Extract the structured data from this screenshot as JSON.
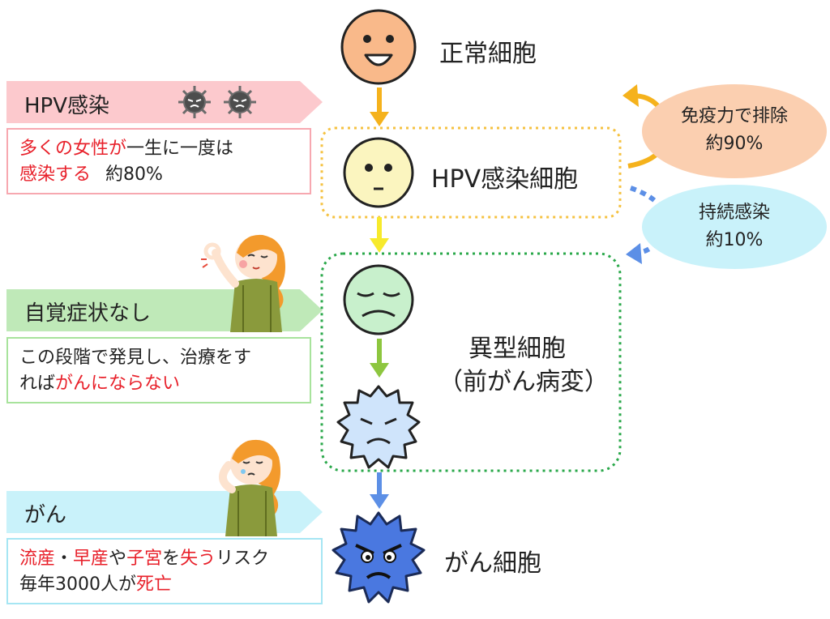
{
  "colors": {
    "pink": "#fcc9cd",
    "green_banner": "#bfe9b8",
    "cyan_banner": "#c9f2fa",
    "orange_bubble": "#fbcfb0",
    "cyan_bubble": "#c9f2fa",
    "normal_face": "#f9b98a",
    "hpv_face": "#fbf5bf",
    "abnormal_face": "#c8f0cc",
    "spiky_face": "#cfe4fb",
    "cancer_face": "#4a78e0",
    "red_text": "#e8202a"
  },
  "stages": {
    "normal": "正常細胞",
    "hpv": "HPV感染細胞",
    "abnormal_1": "異型細胞",
    "abnormal_2": "（前がん病変）",
    "cancer": "がん細胞"
  },
  "bubbles": {
    "immune_1": "免疫力で排除",
    "immune_2": "約90%",
    "persist_1": "持続感染",
    "persist_2": "約10%"
  },
  "side": {
    "hpv_title": "HPV感染",
    "hpv_text_red": "多くの女性が",
    "hpv_text_1": "一生に一度は",
    "hpv_text_red2": "感染する",
    "hpv_text_2": "約80%",
    "nosymptom_title": "自覚症状なし",
    "nosymptom_text_1": "この段階で発見し、治療をす",
    "nosymptom_text_2": "れば",
    "nosymptom_text_red": "がんにならない",
    "cancer_title": "がん",
    "cancer_red_1": "流産",
    "cancer_sep": "・",
    "cancer_red_2": "早産",
    "cancer_ya": "や",
    "cancer_red_3": "子宮",
    "cancer_wo": "を",
    "cancer_red_4": "失う",
    "cancer_risk": "リスク",
    "cancer_line2": "毎年3000人が",
    "cancer_red_5": "死亡"
  }
}
